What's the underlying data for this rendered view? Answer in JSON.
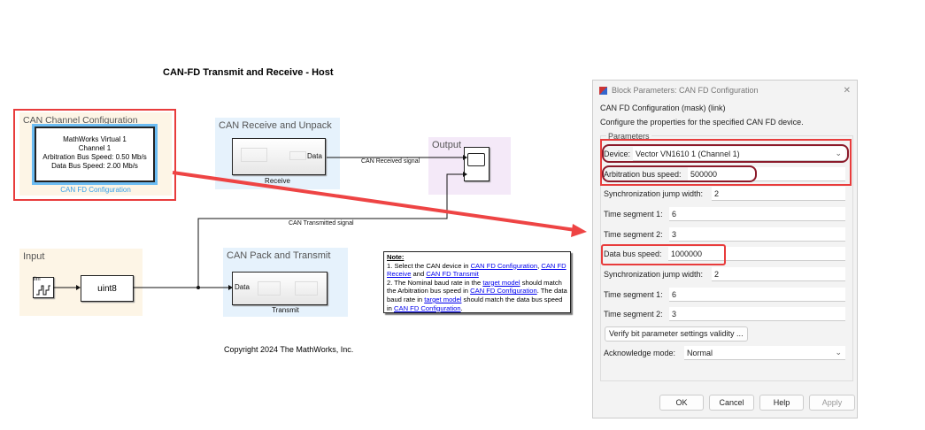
{
  "model": {
    "title": "CAN-FD Transmit and Receive - Host",
    "config_area": {
      "title": "CAN Channel Configuration",
      "lines": [
        "MathWorks Virtual 1",
        "Channel 1",
        "Arbitration Bus Speed: 0.50 Mb/s",
        "Data Bus Speed: 2.00 Mb/s"
      ],
      "block_name": "CAN FD Configuration"
    },
    "receive_area": {
      "title": "CAN Receive and Unpack",
      "port": "Data",
      "block_name": "Receive"
    },
    "output_area": {
      "title": "Output"
    },
    "received_signal": "CAN Received signal",
    "transmitted_signal": "CAN Transmitted signal",
    "input_area": {
      "title": "Input",
      "source_label": "lim",
      "convert_label": "uint8"
    },
    "transmit_area": {
      "title": "CAN Pack and Transmit",
      "port": "Data",
      "block_name": "Transmit"
    },
    "note": {
      "heading": "Note:",
      "l1a": "1. Select the CAN device in ",
      "l1b": "CAN FD Configuration",
      "l1c": ", ",
      "l1d": "CAN FD Receive",
      "l1e": " and ",
      "l1f": "CAN FD Transmit",
      "l2a": "2. The Nominal baud rate in the ",
      "l2b": "target model",
      "l2c": " should match the Arbitration bus speed in ",
      "l2d": "CAN FD Configuration",
      "l2e": ". The data baud rate in ",
      "l2f": "target model",
      "l2g": " should match the data bus speed in ",
      "l2h": "CAN FD Configuration",
      "l2i": "."
    },
    "copyright": "Copyright 2024 The MathWorks, Inc."
  },
  "dialog": {
    "title": "Block Parameters: CAN FD Configuration",
    "subtitle": "CAN FD Configuration (mask) (link)",
    "description": "Configure the properties for the specified CAN FD device.",
    "group": "Parameters",
    "device_label": "Device:",
    "device_value": "Vector VN1610 1 (Channel 1)",
    "arb_label": "Arbitration bus speed:",
    "arb_value": "500000",
    "sjw1_label": "Synchronization jump width:",
    "sjw1_value": "2",
    "ts1a_label": "Time segment 1:",
    "ts1a_value": "6",
    "ts2a_label": "Time segment 2:",
    "ts2a_value": "3",
    "data_label": "Data bus speed:",
    "data_value": "1000000",
    "sjw2_label": "Synchronization jump width:",
    "sjw2_value": "2",
    "ts1b_label": "Time segment 1:",
    "ts1b_value": "6",
    "ts2b_label": "Time segment 2:",
    "ts2b_value": "3",
    "verify_label": "Verify bit parameter settings validity ...",
    "ack_label": "Acknowledge mode:",
    "ack_value": "Normal",
    "ok": "OK",
    "cancel": "Cancel",
    "help": "Help",
    "apply": "Apply",
    "close": "✕"
  },
  "colors": {
    "highlight": "#e83c3c",
    "link": "#0000ee",
    "config_blue": "#3aa0e8"
  }
}
